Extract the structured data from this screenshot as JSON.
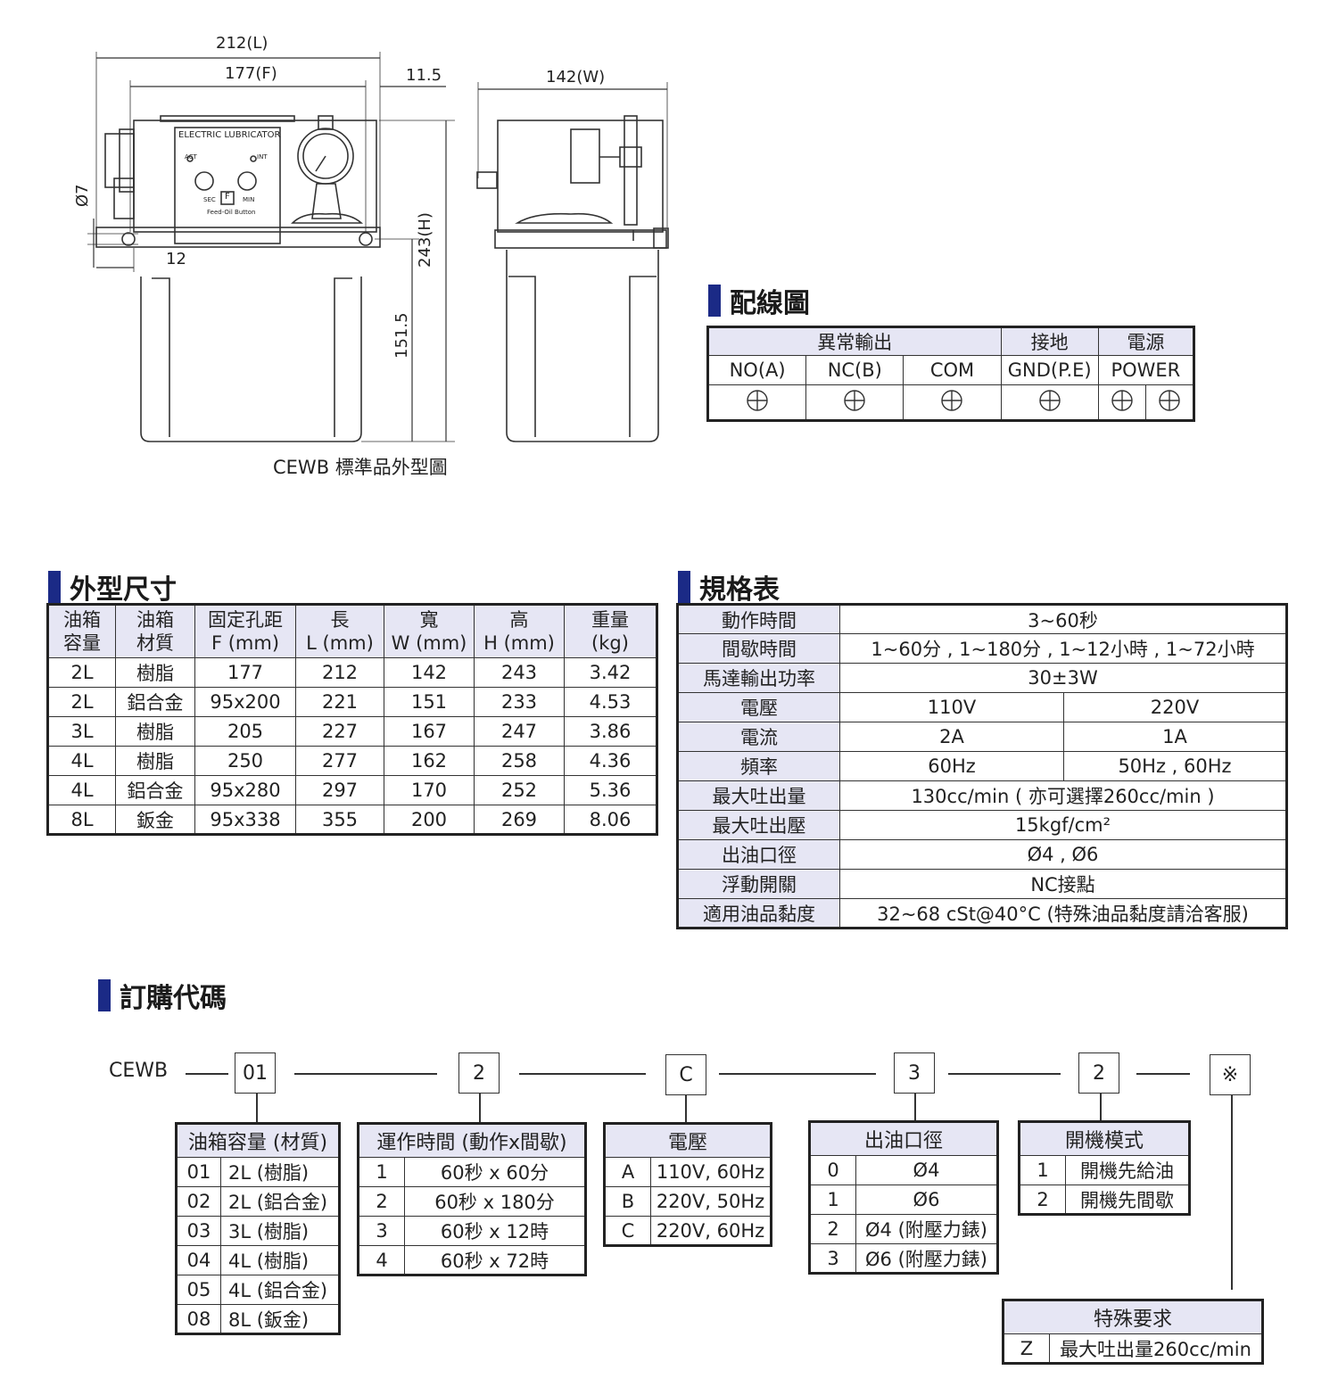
{
  "drawing": {
    "caption": "CEWB 標準品外型圖",
    "dims": {
      "L": "212(L)",
      "F": "177(F)",
      "offset": "11.5",
      "W": "142(W)",
      "H": "243(H)",
      "tank_h": "151.5",
      "hole": "Ø7",
      "edge": "12"
    },
    "panel": {
      "brand": "ELECTRIC LUBRICATOR",
      "act": "ACT",
      "int": "INT",
      "sec": "SEC",
      "min": "MIN",
      "f": "F",
      "feed": "Feed-Oil Button"
    }
  },
  "wiring": {
    "title": "配線圖",
    "groups": [
      "異常輸出",
      "接地",
      "電源"
    ],
    "terminals": [
      "NO(A)",
      "NC(B)",
      "COM",
      "GND(P.E)",
      "POWER"
    ]
  },
  "dimensions": {
    "title": "外型尺寸",
    "headers": [
      [
        "油箱",
        "容量"
      ],
      [
        "油箱",
        "材質"
      ],
      [
        "固定孔距",
        "F (mm)"
      ],
      [
        "長",
        "L (mm)"
      ],
      [
        "寬",
        "W (mm)"
      ],
      [
        "高",
        "H (mm)"
      ],
      [
        "重量",
        "(kg)"
      ]
    ],
    "rows": [
      [
        "2L",
        "樹脂",
        "177",
        "212",
        "142",
        "243",
        "3.42"
      ],
      [
        "2L",
        "鋁合金",
        "95x200",
        "221",
        "151",
        "233",
        "4.53"
      ],
      [
        "3L",
        "樹脂",
        "205",
        "227",
        "167",
        "247",
        "3.86"
      ],
      [
        "4L",
        "樹脂",
        "250",
        "277",
        "162",
        "258",
        "4.36"
      ],
      [
        "4L",
        "鋁合金",
        "95x280",
        "297",
        "170",
        "252",
        "5.36"
      ],
      [
        "8L",
        "鈑金",
        "95x338",
        "355",
        "200",
        "269",
        "8.06"
      ]
    ]
  },
  "specs": {
    "title": "規格表",
    "rows": [
      {
        "label": "動作時間",
        "v1": "3~60秒"
      },
      {
        "label": "間歇時間",
        "v1": "1~60分 , 1~180分 , 1~12小時 , 1~72小時"
      },
      {
        "label": "馬達輸出功率",
        "v1": "30±3W"
      },
      {
        "label": "電壓",
        "v1": "110V",
        "v2": "220V"
      },
      {
        "label": "電流",
        "v1": "2A",
        "v2": "1A"
      },
      {
        "label": "頻率",
        "v1": "60Hz",
        "v2": "50Hz , 60Hz"
      },
      {
        "label": "最大吐出量",
        "v1": "130cc/min ( 亦可選擇260cc/min )"
      },
      {
        "label": "最大吐出壓",
        "v1": "15kgf/cm²"
      },
      {
        "label": "出油口徑",
        "v1": "Ø4 , Ø6"
      },
      {
        "label": "浮動開關",
        "v1": "NC接點"
      },
      {
        "label": "適用油品黏度",
        "v1": "32~68 cSt@40°C (特殊油品黏度請洽客服)"
      }
    ]
  },
  "ordering": {
    "title": "訂購代碼",
    "prefix": "CEWB",
    "codes": [
      "01",
      "2",
      "C",
      "3",
      "2",
      "※"
    ],
    "tables": {
      "capacity": {
        "title": "油箱容量 (材質)",
        "rows": [
          [
            "01",
            "2L (樹脂)"
          ],
          [
            "02",
            "2L (鋁合金)"
          ],
          [
            "03",
            "3L (樹脂)"
          ],
          [
            "04",
            "4L (樹脂)"
          ],
          [
            "05",
            "4L (鋁合金)"
          ],
          [
            "08",
            "8L (鈑金)"
          ]
        ]
      },
      "timing": {
        "title": "運作時間 (動作x間歇)",
        "rows": [
          [
            "1",
            "60秒 x 60分"
          ],
          [
            "2",
            "60秒 x 180分"
          ],
          [
            "3",
            "60秒 x 12時"
          ],
          [
            "4",
            "60秒 x 72時"
          ]
        ]
      },
      "voltage": {
        "title": "電壓",
        "rows": [
          [
            "A",
            "110V, 60Hz"
          ],
          [
            "B",
            "220V, 50Hz"
          ],
          [
            "C",
            "220V, 60Hz"
          ]
        ]
      },
      "outlet": {
        "title": "出油口徑",
        "rows": [
          [
            "0",
            "Ø4"
          ],
          [
            "1",
            "Ø6"
          ],
          [
            "2",
            "Ø4 (附壓力錶)"
          ],
          [
            "3",
            "Ø6 (附壓力錶)"
          ]
        ]
      },
      "startup": {
        "title": "開機模式",
        "rows": [
          [
            "1",
            "開機先給油"
          ],
          [
            "2",
            "開機先間歇"
          ]
        ]
      },
      "special": {
        "title": "特殊要求",
        "rows": [
          [
            "Z",
            "最大吐出量260cc/min"
          ]
        ]
      }
    }
  }
}
